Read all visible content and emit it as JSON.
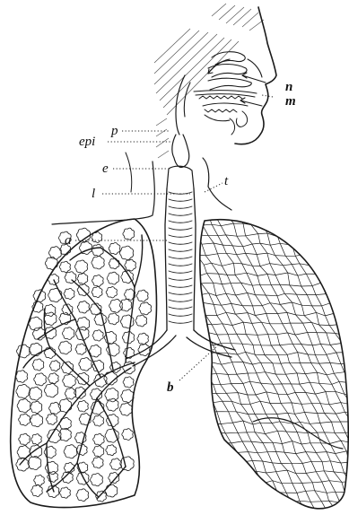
{
  "figure": {
    "labels": {
      "n": "n",
      "m": "m",
      "p": "p",
      "epi": "epi",
      "e": "e",
      "l": "l",
      "t": "t",
      "a": "a",
      "b": "b"
    }
  },
  "colors": {
    "ink": "#1a1a1a",
    "background": "#ffffff"
  }
}
